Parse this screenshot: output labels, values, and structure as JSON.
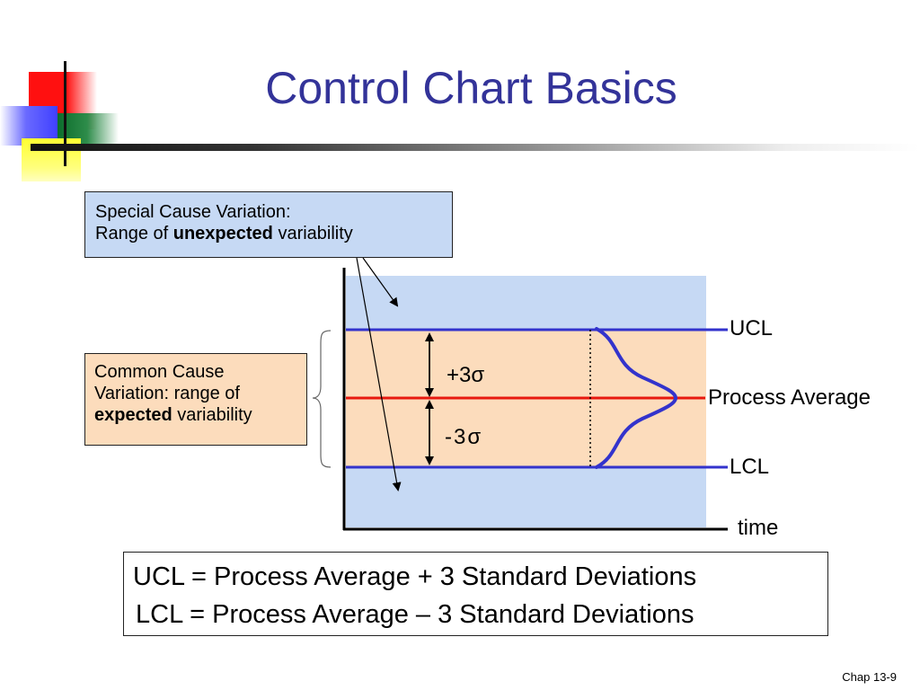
{
  "slide": {
    "title": "Control Chart Basics",
    "footer": "Chap 13-9"
  },
  "special_cause": {
    "line1": "Special Cause Variation:",
    "line2_pre": "Range of ",
    "line2_bold": "unexpected",
    "line2_post": " variability"
  },
  "common_cause": {
    "line1": "Common Cause",
    "line2": "Variation: range of",
    "line3_bold": "expected",
    "line3_post": " variability"
  },
  "chart": {
    "ucl_label": "UCL",
    "average_label": "Process Average",
    "lcl_label": "LCL",
    "time_label": "time",
    "plus_sigma": "+3σ",
    "minus_sigma": "-3σ",
    "colors": {
      "outer_band": "#c6d9f4",
      "inner_band": "#fcdcbc",
      "limit_lines": "#3333cc",
      "average_line": "#e8190f",
      "curve": "#3333cc"
    }
  },
  "formulas": {
    "ucl": "UCL = Process Average + 3 Standard Deviations",
    "lcl": "LCL = Process Average – 3 Standard Deviations"
  }
}
